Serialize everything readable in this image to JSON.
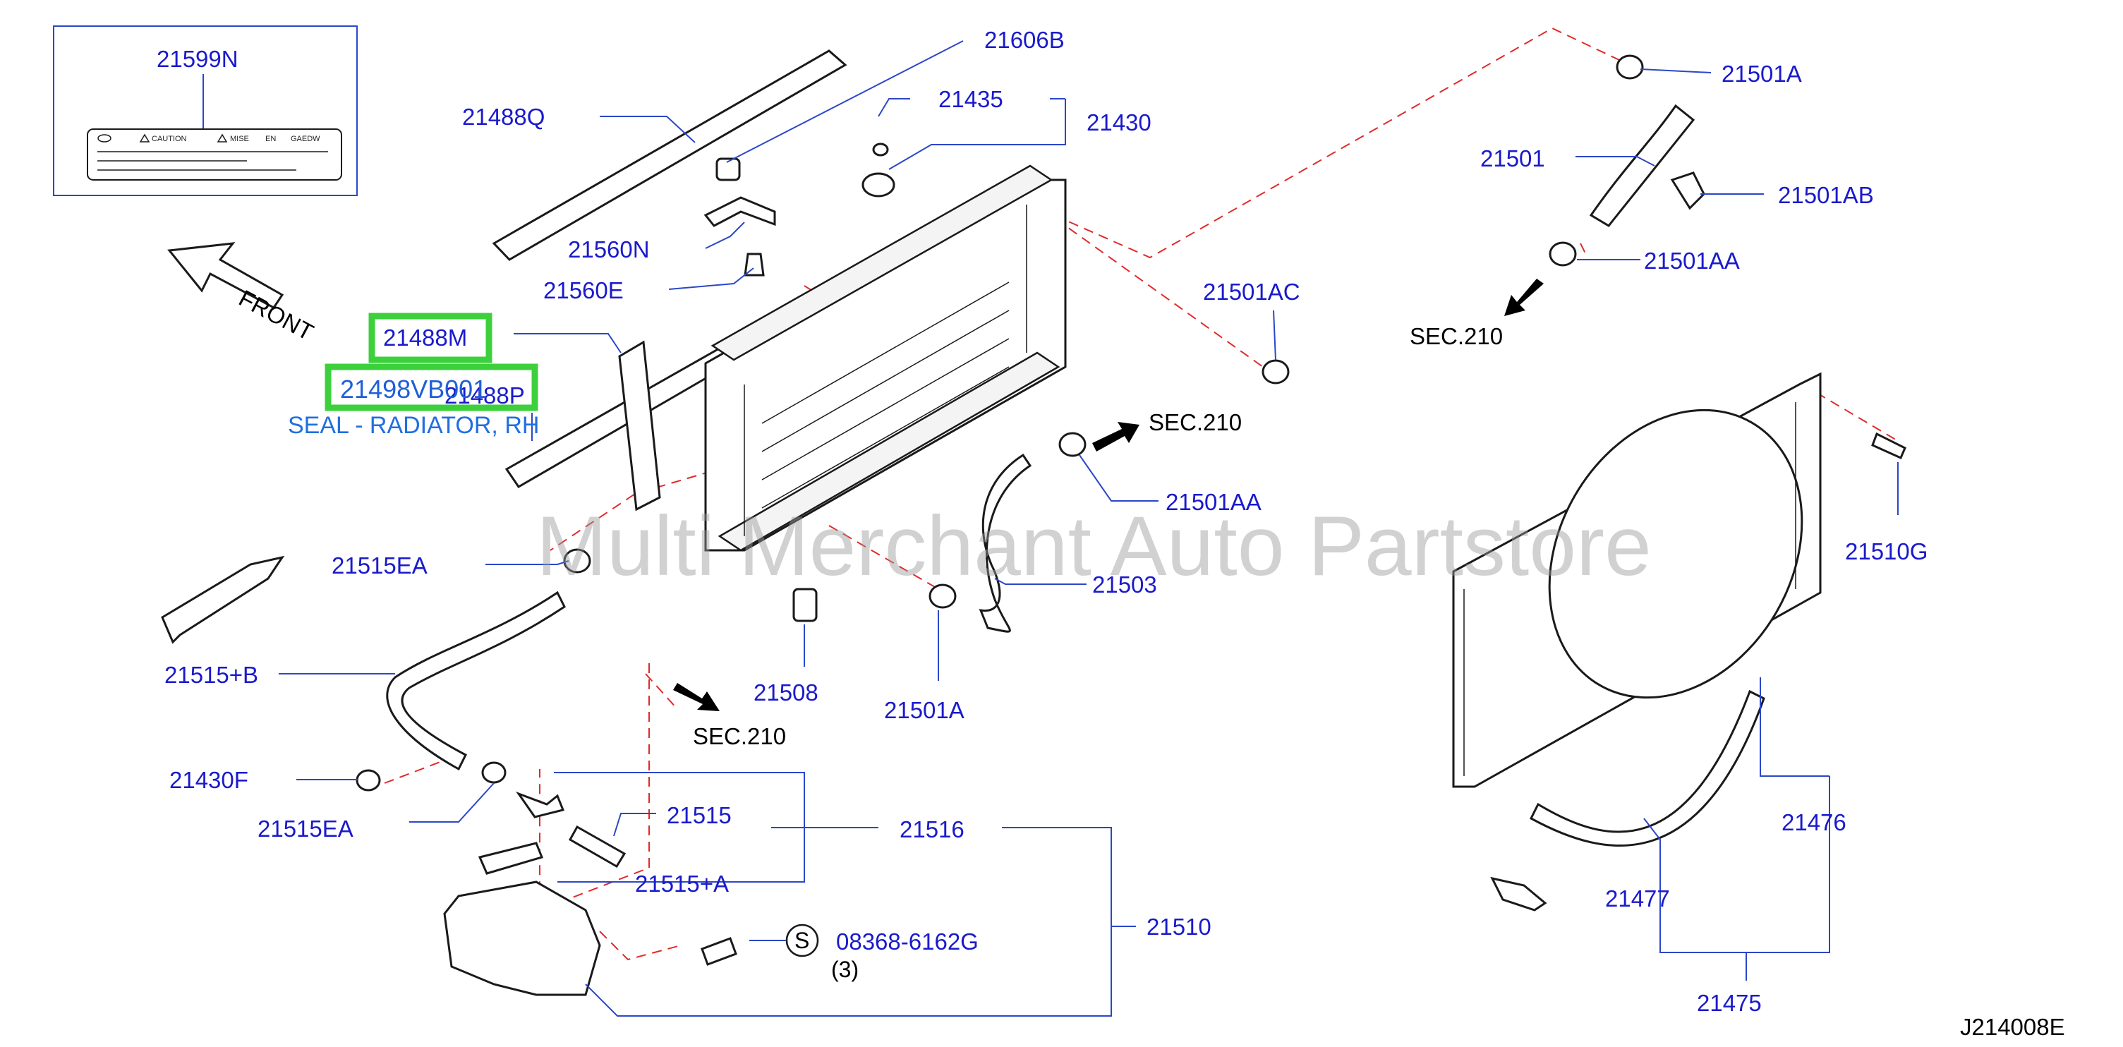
{
  "diagram_code": "J214008E",
  "watermark": "Multi Merchant Auto Partstore",
  "label_inset": {
    "part_number": "21599N",
    "caution_text": "CAUTION",
    "mise_text": "MISE",
    "en_text": "EN",
    "gaedw_text": "GAEDW"
  },
  "front_arrow_label": "FRONT",
  "highlighted": {
    "selected_part": "21488M",
    "overlay_part": "21498VB001",
    "overlay_description": "SEAL - RADIATOR, RH"
  },
  "sec_refs": [
    "SEC.210",
    "SEC.210",
    "SEC.210"
  ],
  "parts": {
    "p21606B": "21606B",
    "p21435": "21435",
    "p21430": "21430",
    "p21488Q": "21488Q",
    "p21560N": "21560N",
    "p21560E": "21560E",
    "p21501AC": "21501AC",
    "p21488P": "21488P",
    "p21515EA_top": "21515EA",
    "p21515B": "21515+B",
    "p21430F": "21430F",
    "p21515EA_bottom": "21515EA",
    "p21508": "21508",
    "p21501A_bottom": "21501A",
    "p21503": "21503",
    "p21501AA_mid": "21501AA",
    "p21515": "21515",
    "p21516": "21516",
    "p21515A": "21515+A",
    "p21510": "21510",
    "p08368": "08368-6162G",
    "p08368_qty": "(3)",
    "p08368_marker": "S",
    "p21501A_top": "21501A",
    "p21501": "21501",
    "p21501AB": "21501AB",
    "p21501AA_top": "21501AA",
    "p21510G": "21510G",
    "p21476": "21476",
    "p21477": "21477",
    "p21475": "21475"
  }
}
